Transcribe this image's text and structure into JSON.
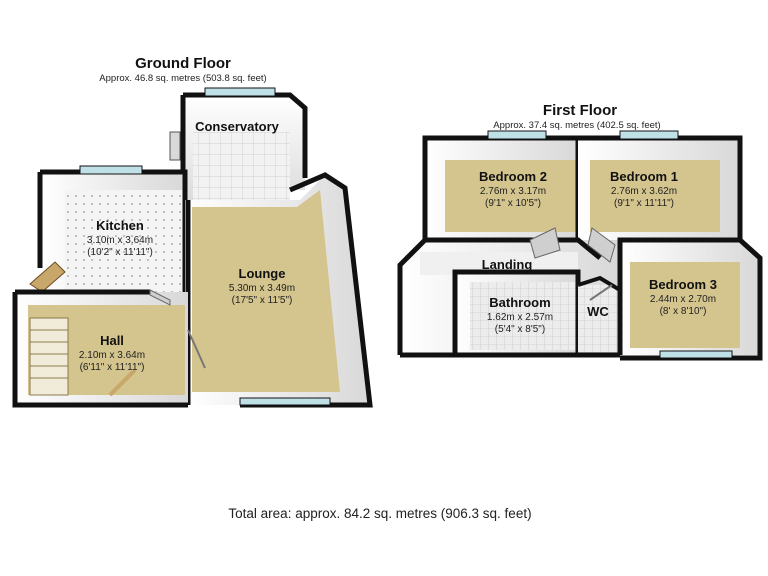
{
  "ground_floor": {
    "title": "Ground Floor",
    "area": "Approx. 46.8 sq. metres (503.8 sq. feet)",
    "rooms": {
      "conservatory": {
        "name": "Conservatory"
      },
      "kitchen": {
        "name": "Kitchen",
        "metric": "3.10m x 3.64m",
        "imperial": "(10'2\" x 11'11\")"
      },
      "lounge": {
        "name": "Lounge",
        "metric": "5.30m x 3.49m",
        "imperial": "(17'5\" x 11'5\")"
      },
      "hall": {
        "name": "Hall",
        "metric": "2.10m x 3.64m",
        "imperial": "(6'11\" x 11'11\")"
      }
    }
  },
  "first_floor": {
    "title": "First Floor",
    "area": "Approx. 37.4 sq. metres (402.5 sq. feet)",
    "rooms": {
      "bedroom2": {
        "name": "Bedroom 2",
        "metric": "2.76m x 3.17m",
        "imperial": "(9'1\" x 10'5\")"
      },
      "bedroom1": {
        "name": "Bedroom 1",
        "metric": "2.76m x 3.62m",
        "imperial": "(9'1\" x 11'11\")"
      },
      "landing": {
        "name": "Landing"
      },
      "bathroom": {
        "name": "Bathroom",
        "metric": "1.62m x 2.57m",
        "imperial": "(5'4\" x 8'5\")"
      },
      "wc": {
        "name": "WC"
      },
      "bedroom3": {
        "name": "Bedroom 3",
        "metric": "2.44m x 2.70m",
        "imperial": "(8' x 8'10\")"
      }
    }
  },
  "total_area": "Total area: approx. 84.2 sq. metres (906.3 sq. feet)",
  "colors": {
    "wall": "#111111",
    "wall_inner": "#f2f2f2",
    "carpet": "#d4c48e",
    "tile": "#f4f4f4",
    "tile_dot": "#9a9a9a",
    "wall_face": "#e6e6e6",
    "window": "#bfe0e6",
    "stair_wood": "#c8a76a"
  }
}
